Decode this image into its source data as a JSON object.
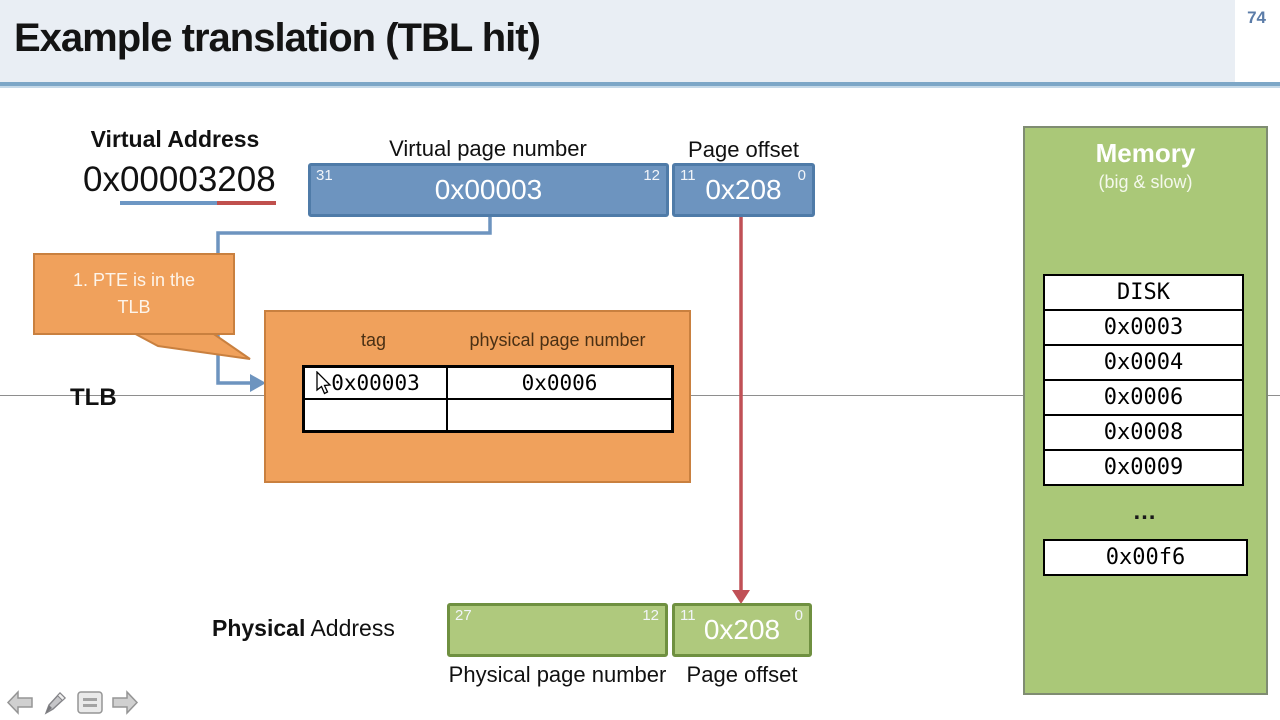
{
  "slide": {
    "title": "Example translation (TBL hit)",
    "number": "74"
  },
  "virtual_address": {
    "heading": "Virtual Address",
    "value_prefix": "0x",
    "value_vpn": "00003",
    "value_offset": "208"
  },
  "va_fields": {
    "vpn_label": "Virtual page number",
    "offset_label": "Page offset",
    "vpn_value": "0x00003",
    "offset_value": "0x208",
    "bit_31": "31",
    "bit_12": "12",
    "bit_11": "11",
    "bit_0": "0"
  },
  "callout": {
    "text": "1. PTE is in the TLB"
  },
  "tlb": {
    "label": "TLB",
    "headers": {
      "tag": "tag",
      "ppn": "physical page number"
    },
    "rows": [
      {
        "tag": "0x00003",
        "ppn": "0x0006"
      },
      {
        "tag": "",
        "ppn": ""
      }
    ]
  },
  "physical_address": {
    "heading_bold": "Physical",
    "heading_rest": " Address",
    "ppn_label": "Physical page number",
    "offset_label": "Page offset",
    "offset_value": "0x208",
    "bit_27": "27",
    "bit_12": "12",
    "bit_11": "11",
    "bit_0": "0"
  },
  "memory": {
    "title": "Memory",
    "subtitle": "(big & slow)",
    "cells": [
      "DISK",
      "0x0003",
      "0x0004",
      "0x0006",
      "0x0008",
      "0x0009"
    ],
    "ellipsis": "…",
    "last_cell": "0x00f6"
  },
  "toolbar": {
    "icons": [
      "back-arrow",
      "pen",
      "slide-menu",
      "forward-arrow"
    ]
  },
  "colors": {
    "box_blue": "#6d94bf",
    "box_blue_border": "#4f7ba8",
    "box_orange": "#f0a15c",
    "box_orange_border": "#c9803f",
    "box_green": "#afc97d",
    "box_green_border": "#6f9040",
    "underline_blue": "#6d97c4",
    "underline_red": "#c0504d",
    "arrow_red": "#c05056",
    "title_band": "#e9eef4",
    "slide_number": "#5b7ca8"
  }
}
